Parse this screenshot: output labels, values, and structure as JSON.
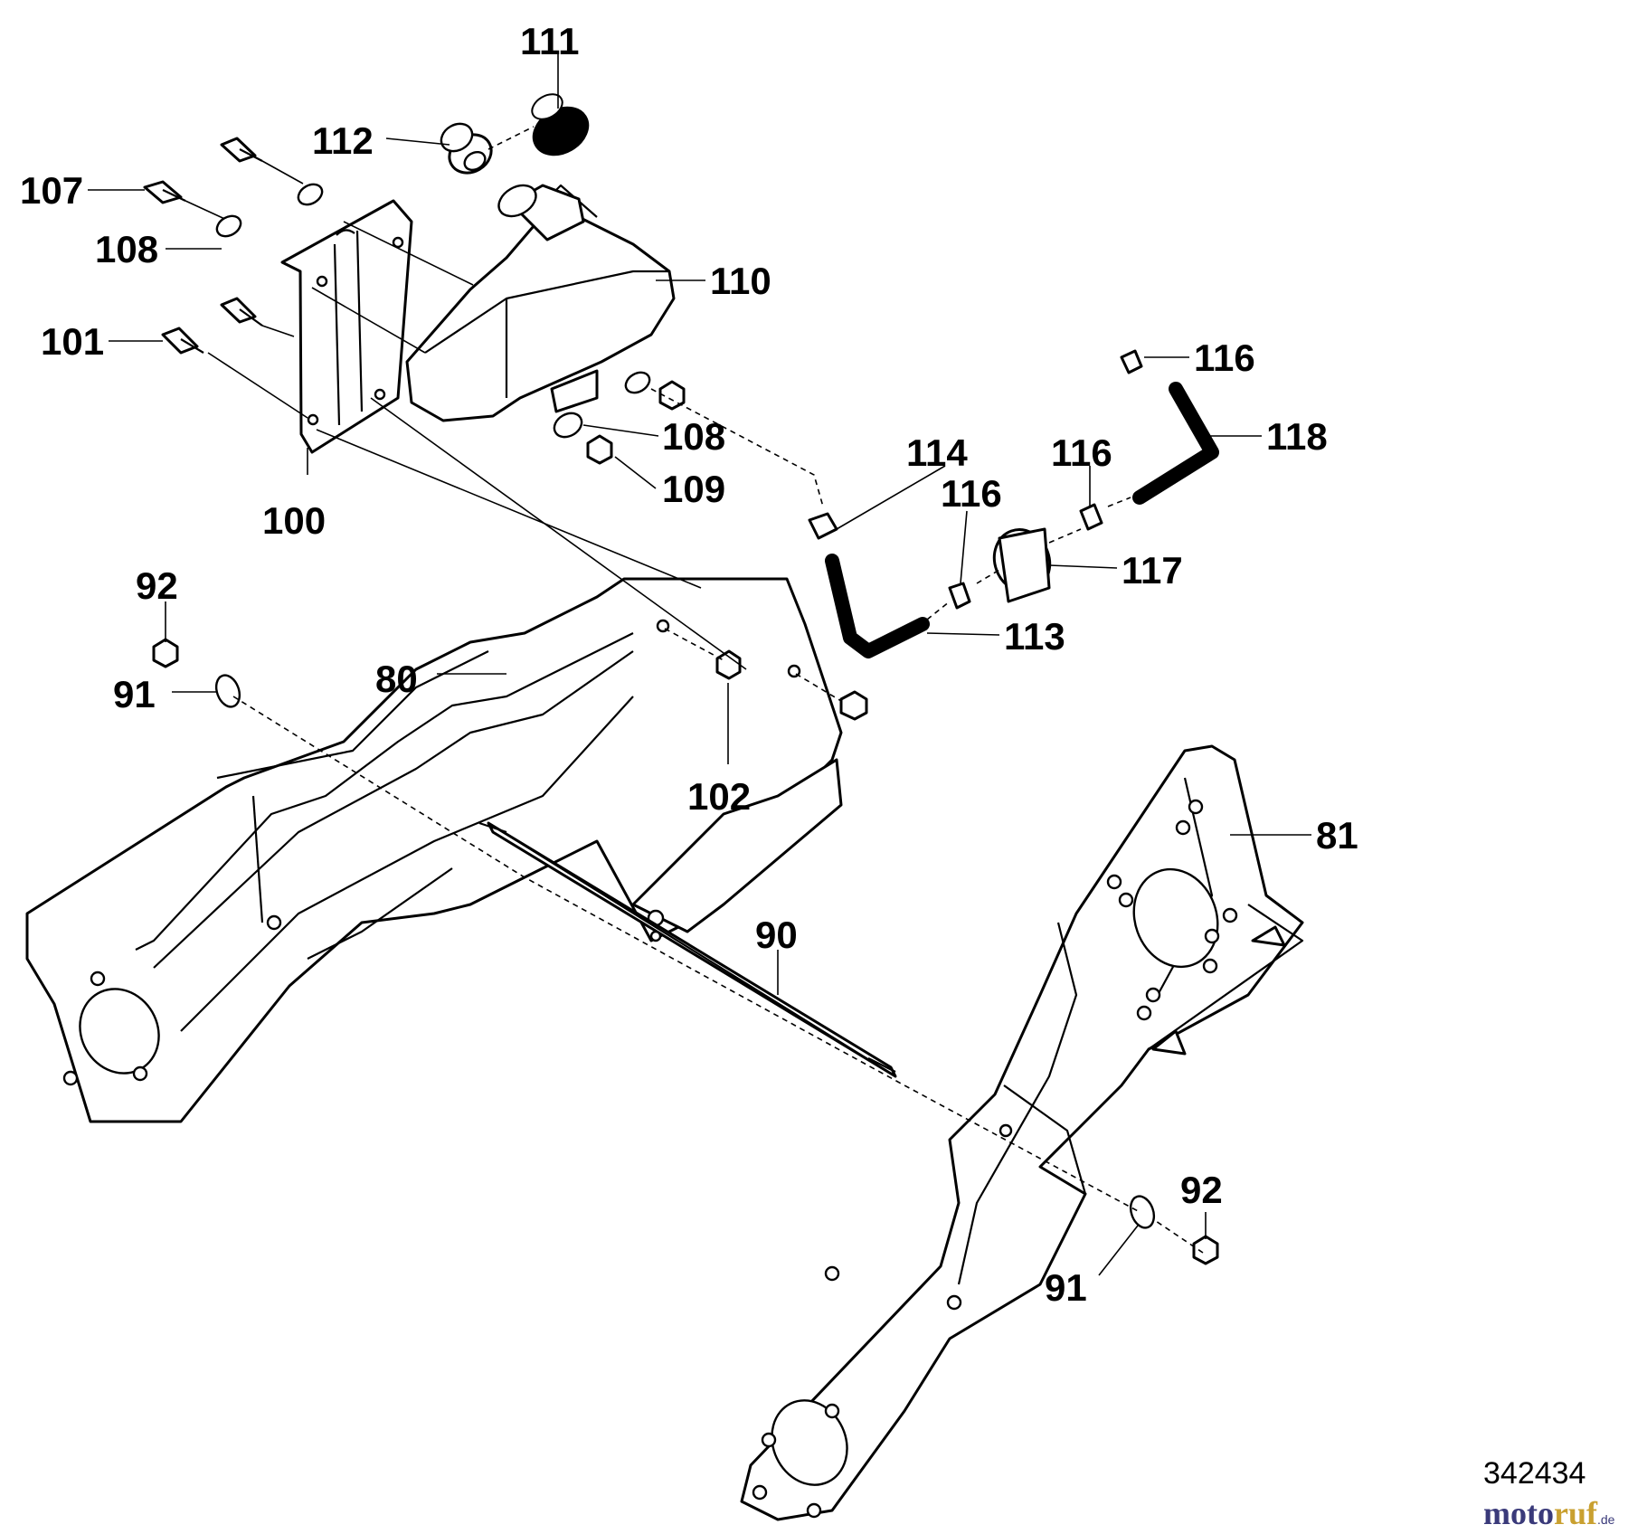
{
  "callouts": {
    "c111": "111",
    "c112": "112",
    "c107": "107",
    "c108a": "108",
    "c110": "110",
    "c101": "101",
    "c116a": "116",
    "c108b": "108",
    "c109": "109",
    "c114": "114",
    "c116b": "116",
    "c116c": "116",
    "c118": "118",
    "c100": "100",
    "c117": "117",
    "c92a": "92",
    "c113": "113",
    "c80": "80",
    "c91a": "91",
    "c102": "102",
    "c81": "81",
    "c90": "90",
    "c92b": "92",
    "c91b": "91"
  },
  "document_number": "342434",
  "watermark": {
    "part1": "moto",
    "part2": "ruf",
    "suffix": ".de"
  },
  "colors": {
    "line": "#000000",
    "background": "#ffffff",
    "watermark_blue": "#3a3a7a",
    "watermark_gold": "#c9a030"
  }
}
